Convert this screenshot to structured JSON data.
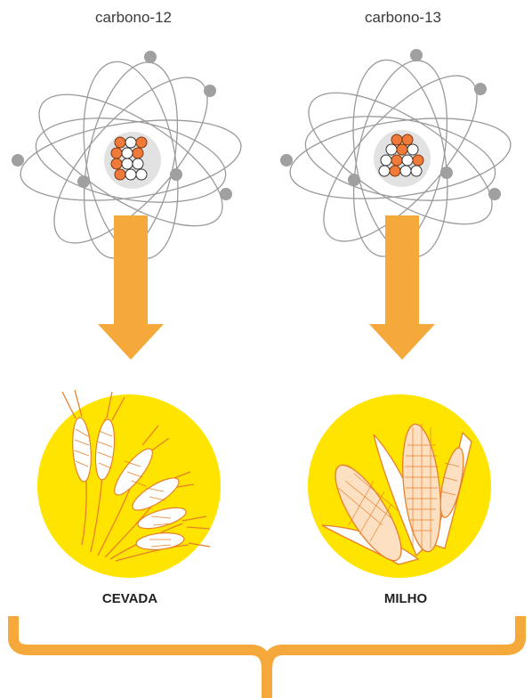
{
  "isotopes": [
    {
      "label": "carbono-12"
    },
    {
      "label": "carbono-13"
    }
  ],
  "plants": [
    {
      "label": "CEVADA",
      "icon": "wheat-icon"
    },
    {
      "label": "MILHO",
      "icon": "corn-icon"
    }
  ],
  "colors": {
    "arrow": "#f5a93b",
    "orbit": "#9a9a9a",
    "electron": "#a0a0a0",
    "nucleus_bg": "#e2e2e2",
    "proton": "#f07a3a",
    "neutron": "#ffffff",
    "plant_circle": "#ffe400",
    "brace": "#f5a93b"
  }
}
